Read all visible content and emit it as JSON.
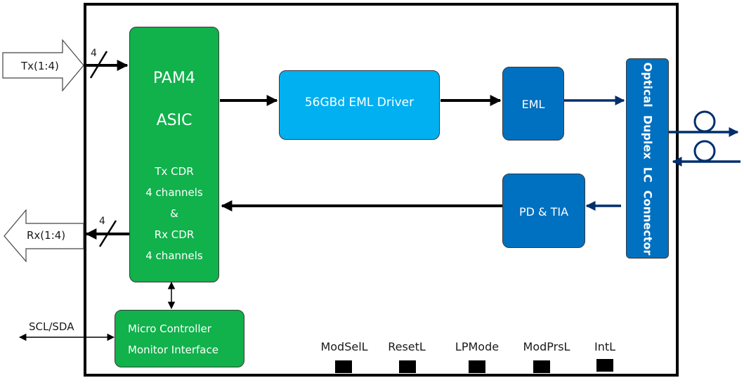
{
  "asic": {
    "title": "PAM4",
    "subtitle": "ASIC",
    "lines": [
      "Tx CDR",
      "4 channels",
      "&",
      "Rx CDR",
      "4 channels"
    ]
  },
  "driver": {
    "label": "56GBd EML Driver"
  },
  "eml": {
    "label": "EML"
  },
  "pd_tia": {
    "label": "PD & TIA"
  },
  "connector": {
    "label": "Optical  Duplex  LC  Connector"
  },
  "micro": {
    "line1": "Micro Controller",
    "line2": "Monitor Interface"
  },
  "tx_io": {
    "label": "Tx(1:4)",
    "lanes": "4"
  },
  "rx_io": {
    "label": "Rx(1:4)",
    "lanes": "4"
  },
  "i2c": {
    "label": "SCL/SDA"
  },
  "pins": [
    "ModSelL",
    "ResetL",
    "LPMode",
    "ModPrsL",
    "IntL"
  ],
  "colors": {
    "green": "#11b14b",
    "light_blue": "#00b0f0",
    "dark_blue": "#0070c0",
    "optical_arrow": "#002f6c"
  }
}
